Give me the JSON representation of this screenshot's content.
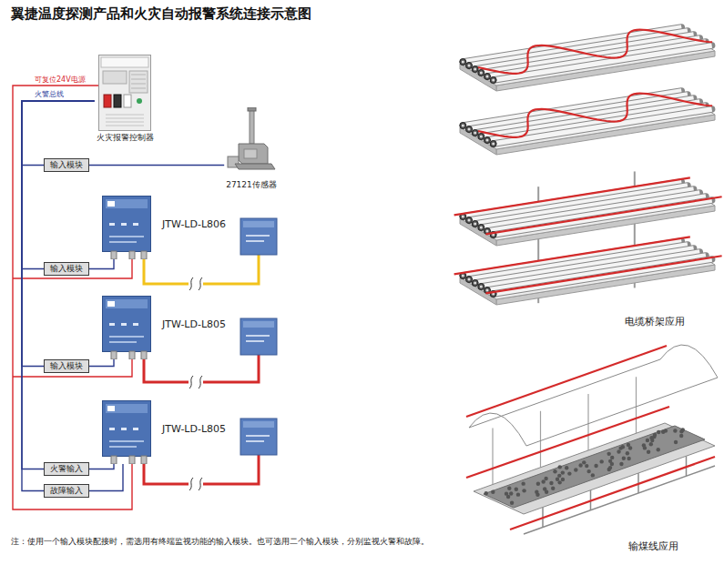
{
  "diagram": {
    "title": "翼捷温度探测产品和火灾自动报警系统连接示意图",
    "nodes": [
      {
        "text": [
          "火灾报警控制器"
        ]
      },
      {
        "text": [
          "输入模块"
        ]
      },
      {
        "text": [
          "27121传感器"
        ]
      },
      {
        "text": [
          "输入模块"
        ]
      },
      {
        "text": [
          "JTW-LD-L806"
        ]
      },
      {
        "text": [
          "输入模块"
        ]
      },
      {
        "text": [
          "JTW-LD-L805"
        ]
      },
      {
        "text": [
          "火警输入"
        ]
      },
      {
        "text": [
          "故障输入"
        ]
      },
      {
        "text": [
          "JTW-LD-L805"
        ]
      }
    ],
    "edges": [
      {
        "from": 0,
        "to": 1,
        "arrow": "none"
      },
      {
        "from": 0,
        "to": 3,
        "arrow": "none"
      },
      {
        "from": 0,
        "to": 5,
        "arrow": "none"
      },
      {
        "from": 0,
        "to": 7,
        "arrow": "none"
      },
      {
        "from": 0,
        "to": 8,
        "arrow": "none"
      },
      {
        "from": 1,
        "to": 2,
        "arrow": "none"
      },
      {
        "from": 3,
        "to": 4,
        "arrow": "none"
      },
      {
        "from": 5,
        "to": 6,
        "arrow": "none"
      },
      {
        "from": 7,
        "to": 9,
        "arrow": "none"
      },
      {
        "from": 8,
        "to": 9,
        "arrow": "none"
      }
    ],
    "labels": [
      "可复位24V电源",
      "火警总线",
      "注：使用一个输入模块配接时，需选用有终端监视功能的输入模块。也可选用二个输入模块，分别监视火警和故障。",
      "电缆桥架应用",
      "输煤线应用"
    ]
  }
}
